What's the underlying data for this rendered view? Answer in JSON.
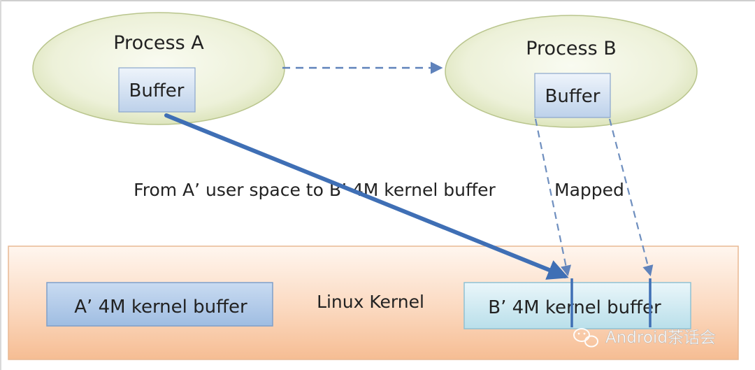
{
  "process_a": {
    "title": "Process A",
    "buffer_label": "Buffer"
  },
  "process_b": {
    "title": "Process B",
    "buffer_label": "Buffer"
  },
  "copy_label": "From A’ user space to B’ 4M kernel buffer",
  "mapped_label": "Mapped",
  "kernel": {
    "title": "Linux Kernel",
    "buffer_a_label": "A’ 4M kernel buffer",
    "buffer_b_label": "B’ 4M kernel buffer"
  },
  "watermark": {
    "text": "Android茶话会",
    "icon": "wechat-icon"
  },
  "colors": {
    "arrow_blue": "#3f6fb5",
    "dashed_arrow": "#6f8fbf",
    "kernel_orange": "#f8c9a6",
    "ellipse_green": "#e4ebcc",
    "buffer_fill": "#d4e2f3"
  }
}
